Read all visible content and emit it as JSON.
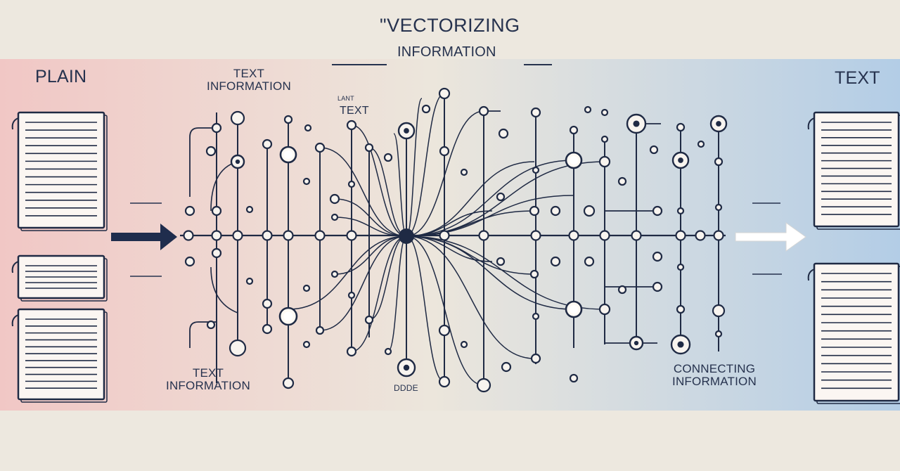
{
  "title": {
    "line1": "\"VECTORIZING",
    "line2": "INFORMATION"
  },
  "labels": {
    "plain": "PLAIN",
    "text_right": "TEXT",
    "text_information_top": "TEXT\nINFORMATION",
    "lant": "LANT",
    "text_middle": "TEXT",
    "text_information_bottom": "TEXT\nINFORMATION",
    "ddde": "DDDE",
    "connecting_information": "CONNECTING\nINFORMATION"
  },
  "colors": {
    "band_left": "#f1c7c5",
    "band_mid": "#ece6dc",
    "band_right": "#b3cde6",
    "ink": "#1f2a44",
    "arrow_left": "#1f2d4d",
    "arrow_right": "#ffffff",
    "background": "#ede8df"
  },
  "icons": [
    "document-icon",
    "arrow-right-icon",
    "hub-node-icon"
  ]
}
